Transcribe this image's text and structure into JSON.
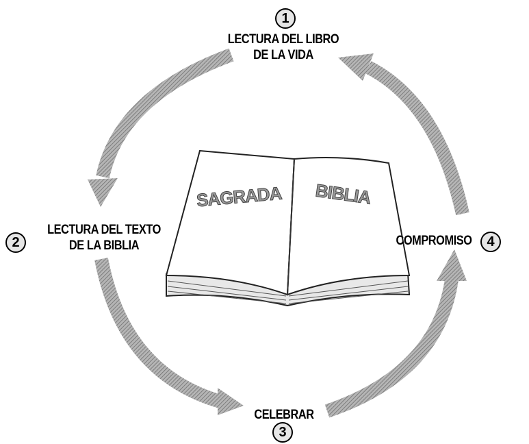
{
  "steps": [
    {
      "number": "1",
      "line1": "LECTURA DEL LIBRO",
      "line2": "DE LA VIDA"
    },
    {
      "number": "2",
      "line1": "LECTURA DEL TEXTO",
      "line2": "DE LA BIBLIA"
    },
    {
      "number": "3",
      "line1": "CELEBRAR"
    },
    {
      "number": "4",
      "line1": "COMPROMISO"
    }
  ],
  "book": {
    "left_page": "SAGRADA",
    "right_page": "BIBLIA"
  }
}
